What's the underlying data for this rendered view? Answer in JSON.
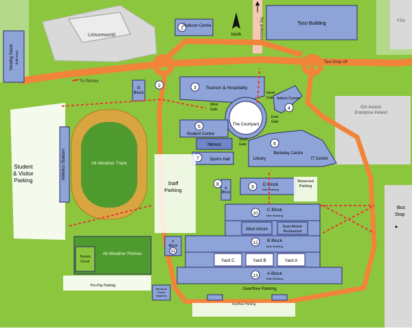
{
  "colors": {
    "grass": "#8cc63f",
    "grass_light": "#b5d98a",
    "building": "#8ea3d8",
    "building_dark": "#6f87c8",
    "road": "#f0843a",
    "outline": "#2b2b6e",
    "parking": "#d9d9d9",
    "track": "#d8a540",
    "pitch": "#4f9a2f",
    "grey_block": "#cfcfcf",
    "path": "#e63a2f"
  },
  "icons": [
    "north-arrow-icon",
    "arrow-up-icon",
    "bus-stop-icon"
  ],
  "labels": {
    "leisureworld": "Leisureworld",
    "rubicon": "Rubicon Centre",
    "north": "North",
    "parchment": "Parchment Sq.",
    "tyco": "Tyco Building",
    "fas": "FÁS",
    "viewing_stand": "Viewing Stand",
    "viewing_stand_sub": "(fold rows)",
    "to_pitches": "To Pitches",
    "taxi": "Taxi Drop-off",
    "g_block_1": "G",
    "g_block_2": "Block",
    "tourism": "Tourism & Hospitality",
    "north_gate_1": "North",
    "north_gate_2": "Gate",
    "admin": "Admin Centre",
    "west_gate_1": "West",
    "west_gate_2": "Gate",
    "courtyard": "The Courtyard",
    "east_gate_1": "East",
    "east_gate_2": "Gate",
    "student_centre": "Student Centre",
    "nexus": "Nexus",
    "south_gate_1": "South",
    "south_gate_2": "Gate",
    "berkeley": "Berkeley Centre",
    "library": "Library",
    "it_centre": "IT Centre",
    "ida_1": "IDA Ireland",
    "ida_2": "Enterprise Ireland",
    "student_parking_1": "Student",
    "student_parking_2": "& Visitor",
    "student_parking_3": "Parking",
    "athletics": "Athletics Stadium",
    "track": "All-Weather Track",
    "sports_hall": "Sports Hall",
    "staff_parking_1": "Staff",
    "staff_parking_2": "Parking",
    "e_block_1": "E",
    "e_block_2": "Block",
    "d_block": "D Block",
    "main_building": "Main Building",
    "reserved_1": "Reserved",
    "reserved_2": "Parking",
    "bus_1": "Bus",
    "bus_2": "Stop",
    "c_block": "C Block",
    "west_atrium": "West Atrium",
    "east_atrium_1": "East Atrium",
    "east_atrium_2": "Restaurant",
    "b_block": "B Block",
    "f_block_1": "F",
    "f_block_2": "Block",
    "tennis_1": "Tennis",
    "tennis_2": "Court",
    "pitches": "All-Weather Pitches",
    "yard_c": "Yard C",
    "yard_b": "Yard B",
    "yard_a": "Yard A",
    "a_block": "A Block",
    "prepay": "Pre-Pay Parking",
    "electrical_1": "Electrical",
    "electrical_2": "Power",
    "electrical_3": "Systems",
    "overflow": "Overflow Parking",
    "overflow2": "Overflow Parking"
  },
  "numbers": {
    "rubicon": "1",
    "g_block": "2",
    "tourism": "3",
    "admin": "4",
    "student_centre": "5",
    "berkeley": "6",
    "sports_hall": "7",
    "e_block": "8",
    "d_block": "9",
    "c_block": "10",
    "f_block": "11",
    "b_block": "12",
    "a_block": "13"
  }
}
